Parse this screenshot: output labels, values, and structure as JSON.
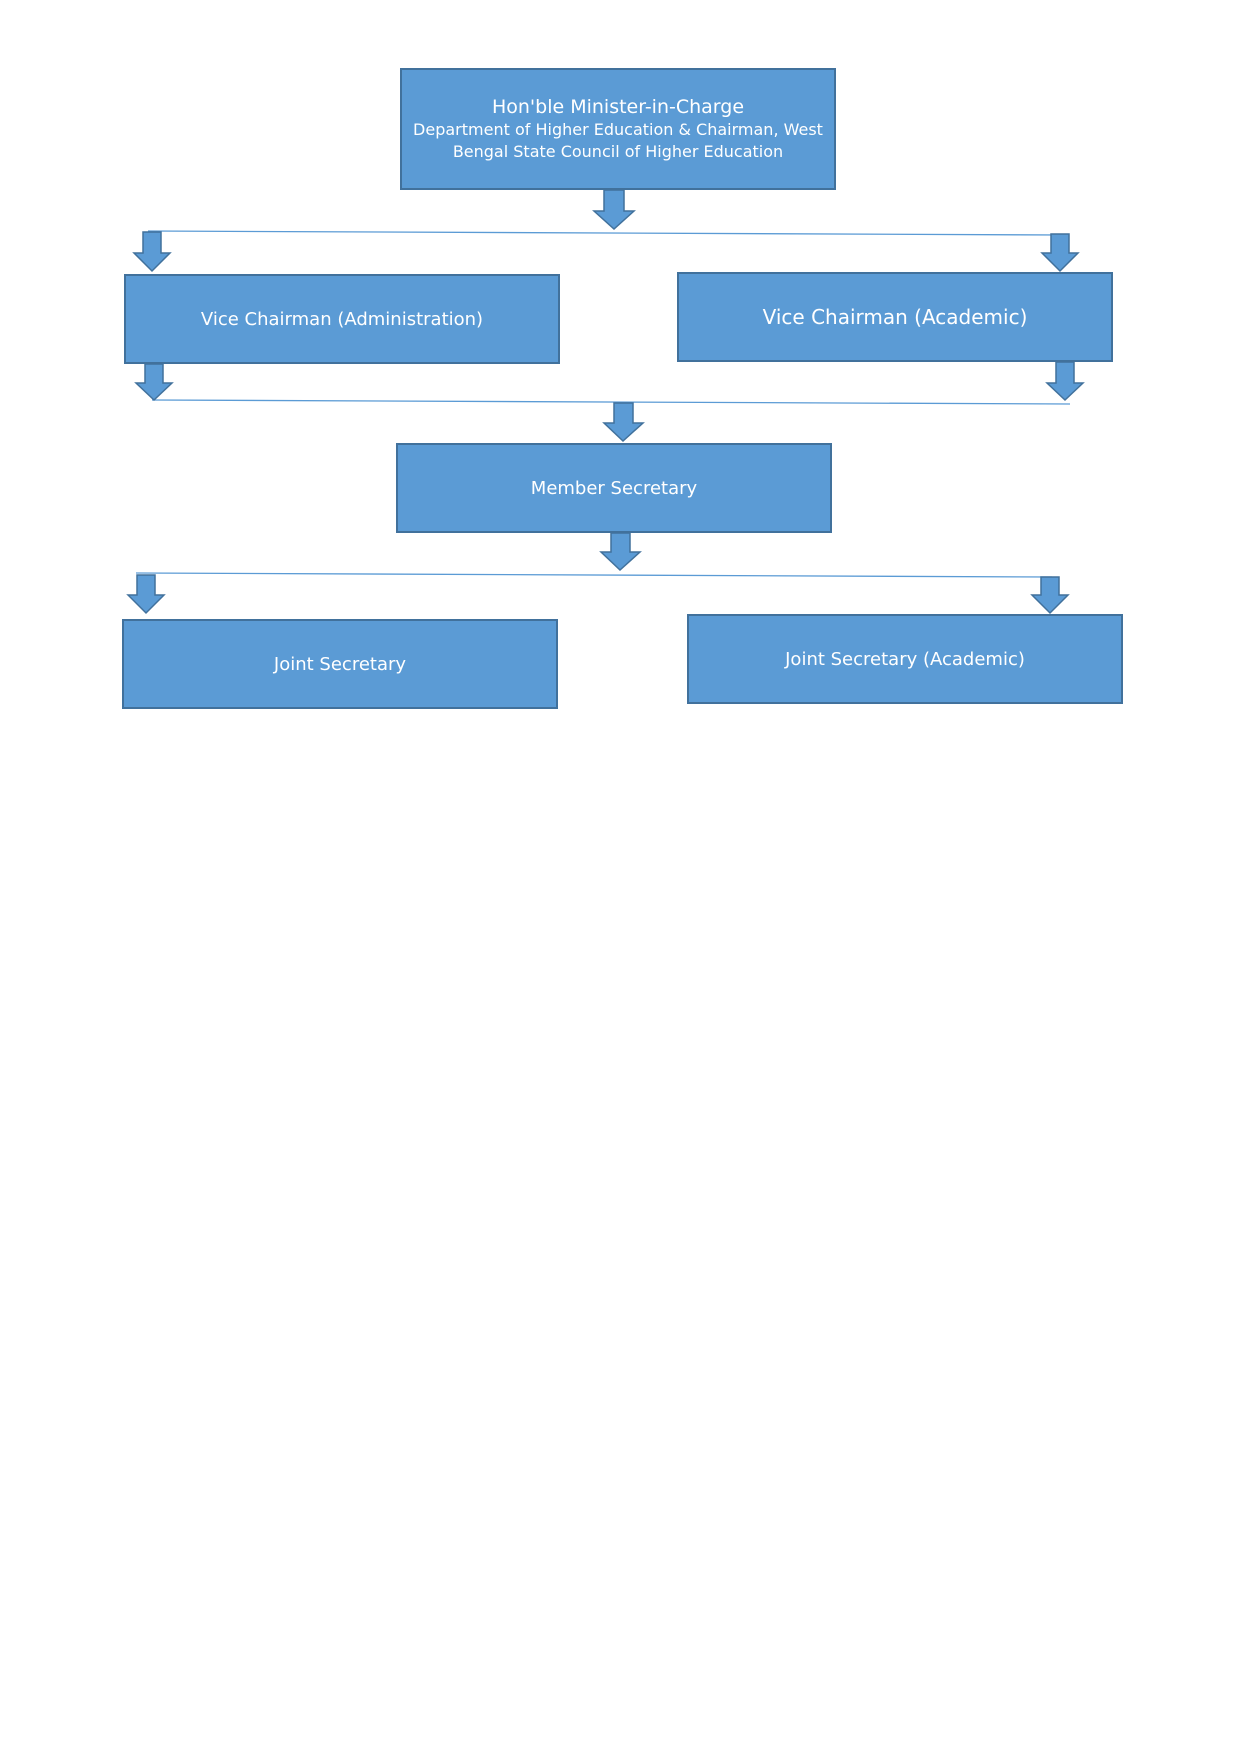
{
  "diagram": {
    "nodes": {
      "minister": {
        "title": "Hon'ble Minister-in-Charge",
        "line2": "Department of Higher Education & Chairman, West",
        "line3": "Bengal State Council of Higher Education"
      },
      "vc_admin": {
        "label": "Vice Chairman (Administration)"
      },
      "vc_academic": {
        "label": "Vice Chairman (Academic)"
      },
      "member_secretary": {
        "label": "Member Secretary"
      },
      "joint_secretary": {
        "label": "Joint Secretary"
      },
      "joint_secretary_academic": {
        "label": "Joint Secretary (Academic)"
      }
    },
    "edges": [
      {
        "from": "minister",
        "to": "vc_admin"
      },
      {
        "from": "minister",
        "to": "vc_academic"
      },
      {
        "from": "vc_admin",
        "to": "member_secretary"
      },
      {
        "from": "vc_academic",
        "to": "member_secretary"
      },
      {
        "from": "member_secretary",
        "to": "joint_secretary"
      },
      {
        "from": "member_secretary",
        "to": "joint_secretary_academic"
      }
    ],
    "colors": {
      "box_fill": "#5b9bd5",
      "box_border": "#41719c",
      "text": "#ffffff",
      "connector_line": "#5b9bd5"
    }
  }
}
